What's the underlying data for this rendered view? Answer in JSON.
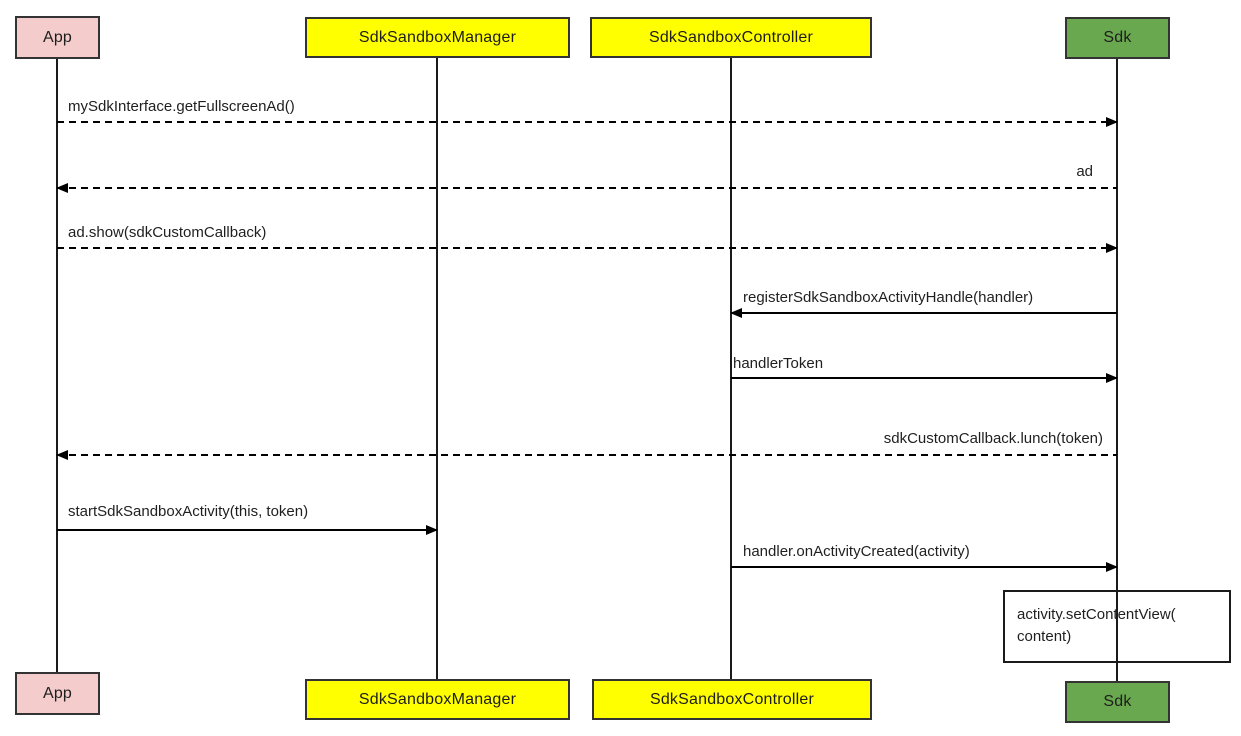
{
  "actors": [
    {
      "id": "app",
      "label": "App",
      "color": "#f4cccc"
    },
    {
      "id": "sdk-sandbox-manager",
      "label": "SdkSandboxManager",
      "color": "#ffff00"
    },
    {
      "id": "sdk-sandbox-controller",
      "label": "SdkSandboxController",
      "color": "#ffff00"
    },
    {
      "id": "sdk",
      "label": "Sdk",
      "color": "#6aa84f"
    }
  ],
  "messages": [
    {
      "label": "mySdkInterface.getFullscreenAd()",
      "from": "App",
      "to": "Sdk",
      "line_style": "dashed",
      "arrow": "right"
    },
    {
      "label": "ad",
      "from": "Sdk",
      "to": "App",
      "line_style": "dashed",
      "arrow": "left"
    },
    {
      "label": "ad.show(sdkCustomCallback)",
      "from": "App",
      "to": "Sdk",
      "line_style": "dashed",
      "arrow": "right"
    },
    {
      "label": "registerSdkSandboxActivityHandle(handler)",
      "from": "Sdk",
      "to": "SdkSandboxController",
      "line_style": "solid",
      "arrow": "left"
    },
    {
      "label": "handlerToken",
      "from": "SdkSandboxController",
      "to": "Sdk",
      "line_style": "solid",
      "arrow": "right"
    },
    {
      "label": "sdkCustomCallback.lunch(token)",
      "from": "Sdk",
      "to": "App",
      "line_style": "dashed",
      "arrow": "left"
    },
    {
      "label": "startSdkSandboxActivity(this, token)",
      "from": "App",
      "to": "SdkSandboxManager",
      "line_style": "solid",
      "arrow": "right"
    },
    {
      "label": "handler.onActivityCreated(activity)",
      "from": "SdkSandboxController",
      "to": "Sdk",
      "line_style": "solid",
      "arrow": "right"
    }
  ],
  "note": {
    "line1": "activity.setContentView(",
    "line2": "content)"
  },
  "colors": {
    "app_fill": "#f4cccc",
    "manager_fill": "#ffff00",
    "controller_fill": "#ffff00",
    "sdk_fill": "#6aa84f",
    "box_border": "#333333",
    "line": "#000000",
    "note_fill": "#ffffff",
    "background": "#ffffff"
  }
}
